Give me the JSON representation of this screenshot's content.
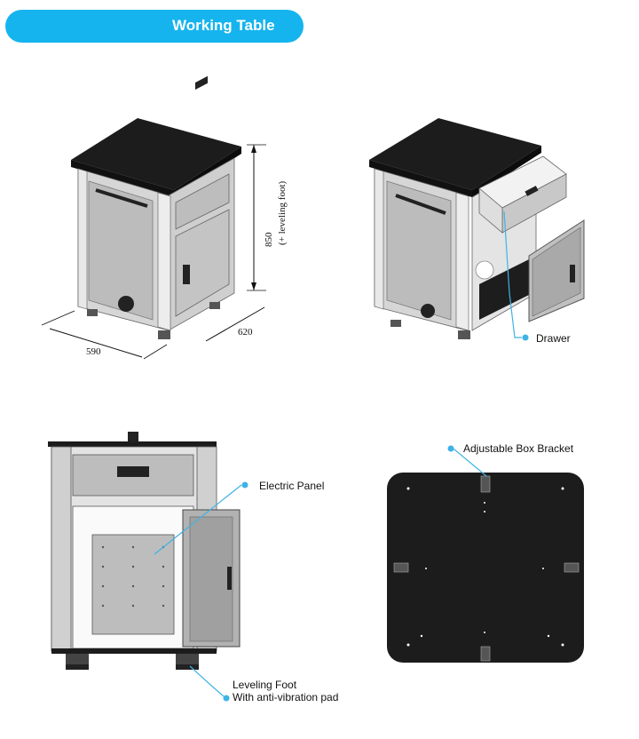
{
  "header": {
    "title": "Working Table"
  },
  "dimensions": {
    "height_value": "850",
    "height_note": "(+ leveling foot)",
    "depth_value": "620",
    "width_value": "590"
  },
  "callouts": {
    "drawer": "Drawer",
    "electric_panel": "Electric Panel",
    "leveling_foot_line1": "Leveling Foot",
    "leveling_foot_line2": "With anti-vibration  pad",
    "adjustable_bracket": "Adjustable Box Bracket"
  },
  "colors": {
    "accent": "#16b4ee",
    "callout_line": "#3fb3e6",
    "top_black": "#1c1c1c",
    "panel_gray": "#bdbdbd",
    "frame_gray": "#d9d9d9"
  }
}
